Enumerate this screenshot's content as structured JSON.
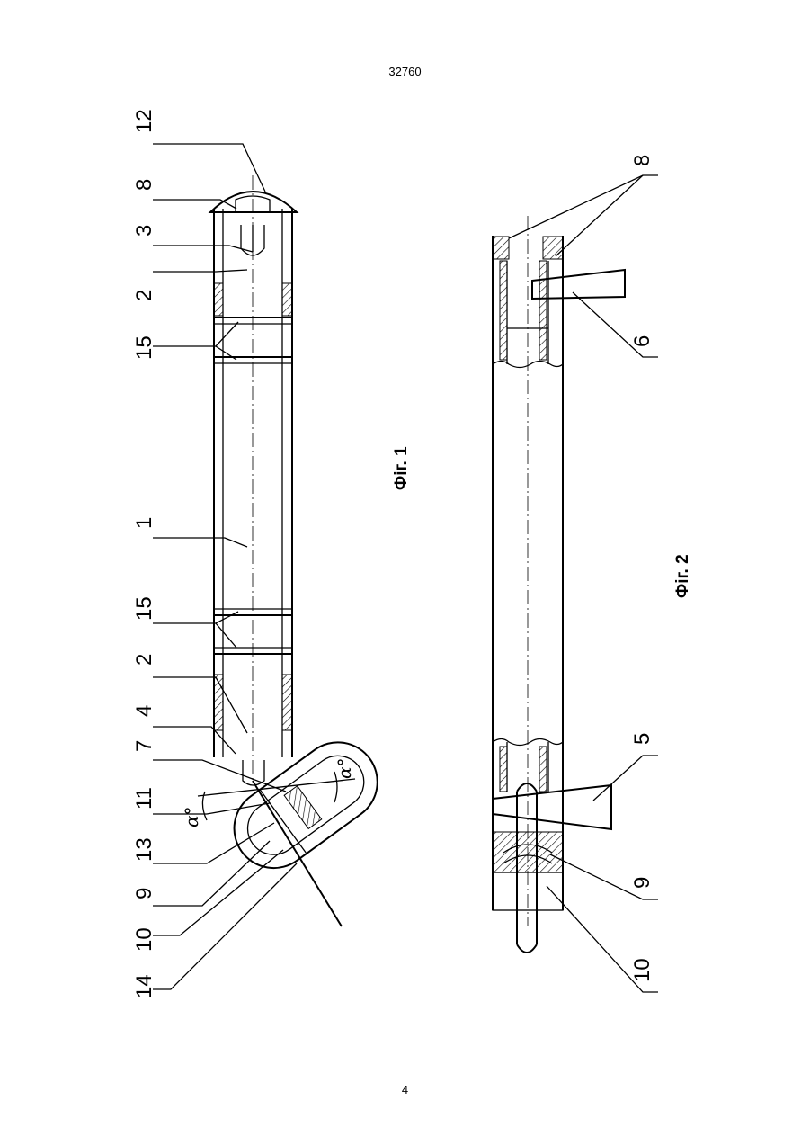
{
  "page": {
    "patent_number": "32760",
    "page_number": "4"
  },
  "figures": {
    "fig1_caption": "Фіг. 1",
    "fig2_caption": "Фіг. 2",
    "angle_symbol": "α°"
  },
  "fig1_labels": {
    "l12": "12",
    "l8": "8",
    "l3": "3",
    "l2a": "2",
    "l15a": "15",
    "l1": "1",
    "l15b": "15",
    "l2b": "2",
    "l4": "4",
    "l7": "7",
    "l11": "11",
    "l13": "13",
    "l9": "9",
    "l10": "10",
    "l14": "14"
  },
  "fig2_labels": {
    "l8": "8",
    "l6": "6",
    "l5": "5",
    "l9": "9",
    "l10": "10"
  }
}
